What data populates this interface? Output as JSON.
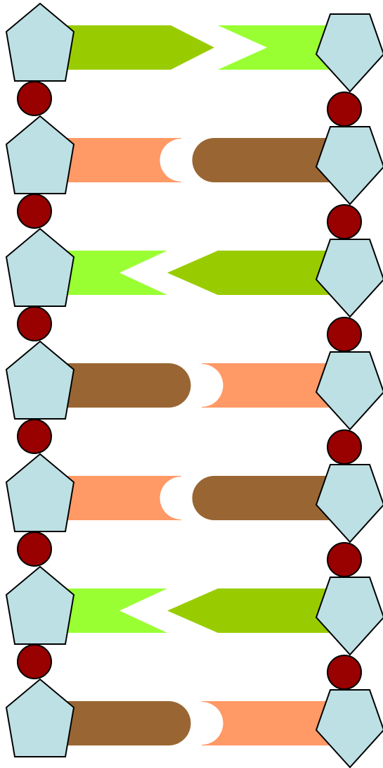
{
  "diagram": {
    "kind": "dna-ladder",
    "rung_count": 7,
    "colors": {
      "sugar_fill": "#bde0e4",
      "sugar_stroke": "#000000",
      "phosphate_fill": "#990000",
      "phosphate_stroke": "#000000",
      "green_light": "#99ff33",
      "green_dark": "#99cc00",
      "orange": "#ff9966",
      "brown": "#996633"
    },
    "rungs": [
      {
        "left_base": "arrow-dark-green",
        "right_base": "notch-light-green"
      },
      {
        "left_base": "cup-orange",
        "right_base": "round-brown"
      },
      {
        "left_base": "notch-light-green",
        "right_base": "arrow-dark-green"
      },
      {
        "left_base": "round-brown",
        "right_base": "cup-orange"
      },
      {
        "left_base": "cup-orange",
        "right_base": "round-brown"
      },
      {
        "left_base": "notch-light-green",
        "right_base": "arrow-dark-green"
      },
      {
        "left_base": "round-brown",
        "right_base": "cup-orange"
      }
    ]
  }
}
